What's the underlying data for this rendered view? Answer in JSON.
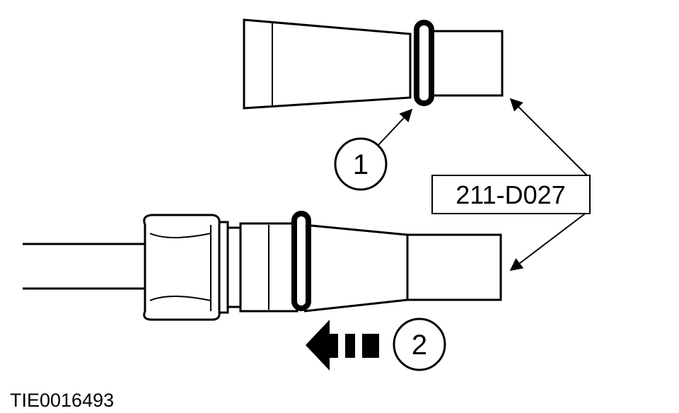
{
  "figure": {
    "reference_code": "TIE0016493",
    "tool_label": "211-D027",
    "callouts": [
      {
        "number": "1",
        "target": "o-ring-seal-on-tool"
      },
      {
        "number": "2",
        "target": "push-direction"
      }
    ],
    "line_color": "#000000",
    "background_color": "#ffffff"
  }
}
